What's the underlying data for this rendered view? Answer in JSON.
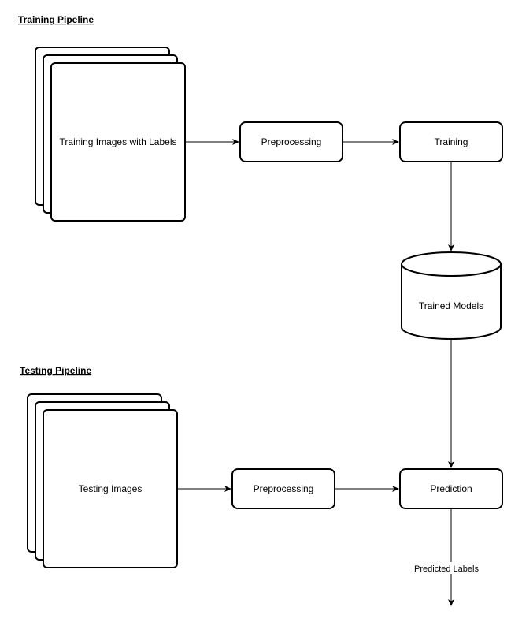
{
  "training": {
    "heading": "Training Pipeline",
    "images_label": "Training Images with Labels",
    "preprocessing_label": "Preprocessing",
    "training_label": "Training"
  },
  "models": {
    "label": "Trained Models"
  },
  "testing": {
    "heading": "Testing Pipeline",
    "images_label": "Testing Images",
    "preprocessing_label": "Preprocessing",
    "prediction_label": "Prediction",
    "output_label": "Predicted Labels"
  },
  "colors": {
    "stroke": "#000000",
    "fill": "#ffffff"
  }
}
